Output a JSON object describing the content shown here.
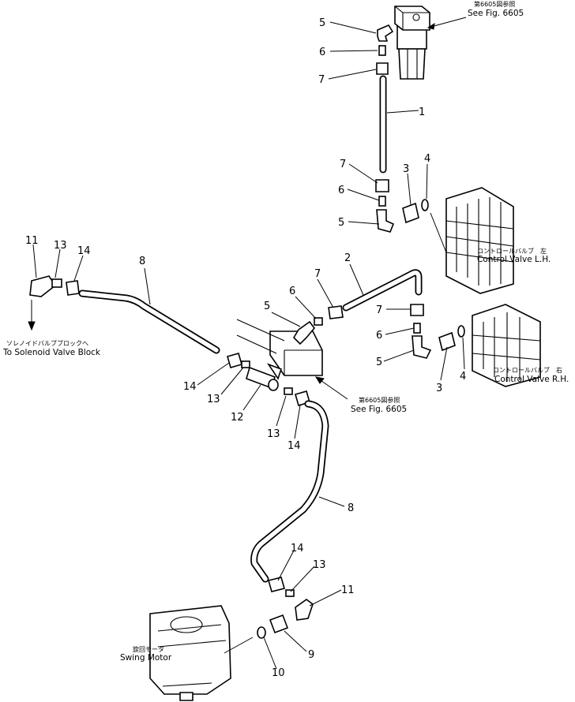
{
  "callouts": [
    {
      "id": "c5a",
      "text": "5"
    },
    {
      "id": "c6a",
      "text": "6"
    },
    {
      "id": "c7a",
      "text": "7"
    },
    {
      "id": "c1",
      "text": "1"
    },
    {
      "id": "c7b",
      "text": "7"
    },
    {
      "id": "c6b",
      "text": "6"
    },
    {
      "id": "c5b",
      "text": "5"
    },
    {
      "id": "c3a",
      "text": "3"
    },
    {
      "id": "c4a",
      "text": "4"
    },
    {
      "id": "c11a",
      "text": "11"
    },
    {
      "id": "c13a",
      "text": "13"
    },
    {
      "id": "c14a",
      "text": "14"
    },
    {
      "id": "c8a",
      "text": "8"
    },
    {
      "id": "c2",
      "text": "2"
    },
    {
      "id": "c7c",
      "text": "7"
    },
    {
      "id": "c6c",
      "text": "6"
    },
    {
      "id": "c5c",
      "text": "5"
    },
    {
      "id": "c7d",
      "text": "7"
    },
    {
      "id": "c6d",
      "text": "6"
    },
    {
      "id": "c5d",
      "text": "5"
    },
    {
      "id": "c3b",
      "text": "3"
    },
    {
      "id": "c4b",
      "text": "4"
    },
    {
      "id": "c14b",
      "text": "14"
    },
    {
      "id": "c13b",
      "text": "13"
    },
    {
      "id": "c12",
      "text": "12"
    },
    {
      "id": "c13c",
      "text": "13"
    },
    {
      "id": "c14c",
      "text": "14"
    },
    {
      "id": "c8b",
      "text": "8"
    },
    {
      "id": "c14d",
      "text": "14"
    },
    {
      "id": "c13d",
      "text": "13"
    },
    {
      "id": "c11b",
      "text": "11"
    },
    {
      "id": "c9",
      "text": "9"
    },
    {
      "id": "c10",
      "text": "10"
    }
  ],
  "labels": {
    "top_ref_jp": "第6605図参照",
    "top_ref_en": "See Fig. 6605",
    "mid_ref_jp": "第6605図参照",
    "mid_ref_en": "See Fig. 6605",
    "cv_lh_jp": "コントロールバルブ　左",
    "cv_lh_en": "Control Valve L.H.",
    "cv_rh_jp": "コントロールバルブ　右",
    "cv_rh_en": "Control Valve R.H.",
    "solenoid_jp": "ソレノイドバルブブロックへ",
    "solenoid_en": "To Solenoid Valve Block",
    "swing_jp": "旋回モータ",
    "swing_en": "Swing Motor"
  }
}
